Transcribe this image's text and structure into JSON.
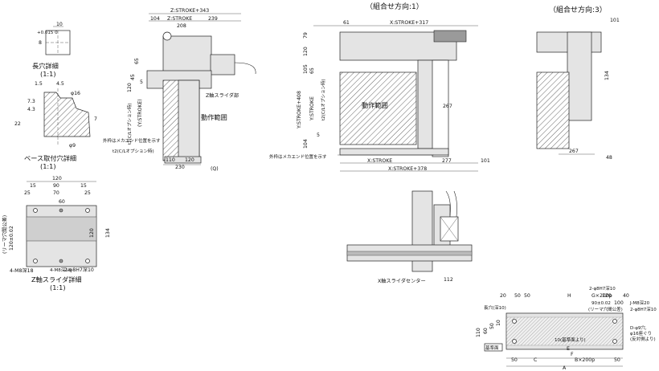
{
  "headers": {
    "combo1": "（組合せ方向:1）",
    "combo3": "（組合せ方向:3）"
  },
  "slot_detail": {
    "dim_10": "10",
    "dim_8": "8",
    "tol": "+0.015 0",
    "title": "長穴詳細",
    "scale": "(1:1)"
  },
  "base_hole_detail": {
    "d15": "1.5",
    "d45": "4.5",
    "d73": "7.3",
    "d43": "4.3",
    "d22": "22",
    "d7": "7",
    "phi16": "φ16",
    "phi9": "φ9",
    "title": "ベース取付穴詳細",
    "scale": "(1:1)"
  },
  "z_slider_detail": {
    "d120": "120",
    "d15a": "15",
    "d90": "90",
    "d15b": "15",
    "d25a": "25",
    "d70": "70",
    "d25b": "25",
    "d60": "60",
    "d120v": "120",
    "d134v": "134",
    "reamer": "(リーマ穴間公差)",
    "tol120": "120±0.02",
    "m8a": "4-M8深18",
    "m8b": "4-M8深18",
    "pin": "2-φ8H7深10",
    "title": "Z軸スライダ詳細",
    "scale": "(1:1)"
  },
  "side_view": {
    "z_stroke_343": "Z:STROKE+343",
    "d104": "104",
    "z_stroke": "Z:STROKE",
    "d239": "239",
    "d208": "208",
    "d45": "45",
    "d120": "120",
    "d5": "5",
    "d65": "65",
    "t2_cl": "t2(C/Lオプション時)",
    "y_stroke": "(Y:STROKE)",
    "z_slider_part": "Z軸スライダ部",
    "work_range": "動作範囲",
    "mech_end": "外枠はメカエンド位置を示す",
    "t2_cl2": "t2(C/Lオプション時)",
    "d110": "110",
    "d120b": "120",
    "d230": "230",
    "q": "(Q)"
  },
  "front_view": {
    "d61": "61",
    "x_stroke_317": "X:STROKE+317",
    "d79": "79",
    "d120": "120",
    "d105": "105",
    "d65": "65",
    "d104": "104",
    "d5": "5",
    "y_stroke_408": "Y:STROKE+408",
    "y_stroke": "Y:STROKE",
    "t2_cl": "t2(C/Lオプション時)",
    "work_range": "動作範囲",
    "d267": "267",
    "mech_end": "外枠はメカエンド位置を示す",
    "x_stroke": "X:STROKE",
    "d277": "277",
    "d101": "101",
    "x_stroke_378": "X:STROKE+378"
  },
  "combo3_view": {
    "d101": "101",
    "d134": "134",
    "d267": "267",
    "d48": "48"
  },
  "x_slider": {
    "center": "X軸スライダセンター",
    "d112": "112"
  },
  "base_detail": {
    "d20": "20",
    "d50a": "50",
    "d50b": "50",
    "h": "H",
    "pin": "2-φ8H7深10",
    "d120": "120",
    "d40": "40",
    "g": "G×200p",
    "m8": "J-M8深20",
    "tol90": "90±0.02",
    "reamer": "(リーマ穴間公差)",
    "d100": "100",
    "pin2": "2-φ8H7深10",
    "slot": "長穴(深10)",
    "d110": "110",
    "d60": "60",
    "d50c": "50",
    "d10": "10",
    "ref_face_note": "10(基準面より)",
    "e": "E",
    "f": "F",
    "d_holes": "D-φ9穴,",
    "counterbore": "φ16座ぐり",
    "opposite": "(反対側より)",
    "ref_face": "基準面",
    "d50d": "50",
    "c": "C",
    "b200": "B×200p",
    "d50e": "50",
    "a": "A"
  }
}
